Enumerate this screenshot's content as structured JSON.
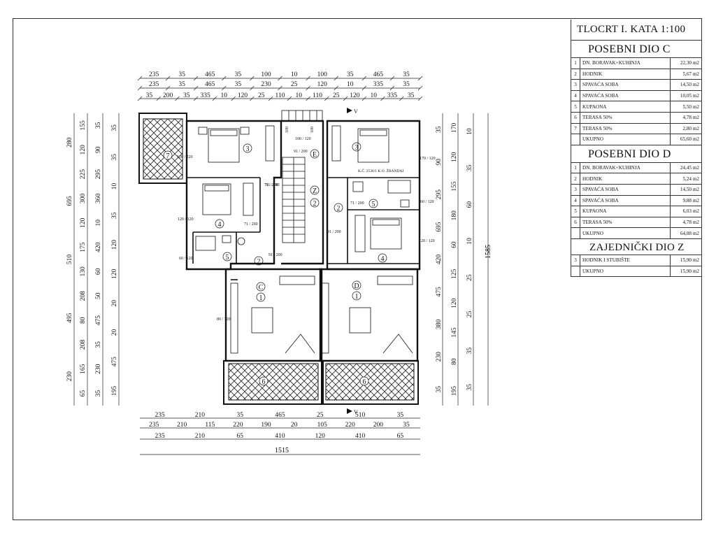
{
  "drawing": {
    "title": "TLOCRT I. KATA 1:100",
    "parcel_note": "K.Č. 2536/1 K.O. ŽBANDAJ",
    "total_width": "1515",
    "total_height": "1585",
    "top_dims": {
      "row1": [
        "235",
        "35",
        "465",
        "35",
        "100",
        "10",
        "100",
        "35",
        "465",
        "35"
      ],
      "row2": [
        "235",
        "35",
        "465",
        "35",
        "230",
        "25",
        "120",
        "10",
        "335",
        "35"
      ],
      "row3": [
        "35",
        "200",
        "35",
        "335",
        "10",
        "120",
        "25",
        "110",
        "10",
        "110",
        "25",
        "120",
        "10",
        "335",
        "35"
      ]
    },
    "bottom_dims": {
      "row1": [
        "235",
        "210",
        "35",
        "465",
        "25",
        "510",
        "35"
      ],
      "row2": [
        "235",
        "210",
        "115",
        "220",
        "190",
        "20",
        "105",
        "220",
        "200",
        "35"
      ],
      "row3": [
        "235",
        "210",
        "65",
        "410",
        "120",
        "410",
        "65"
      ]
    },
    "left_dims": {
      "outer": [
        "280",
        "695",
        "510",
        "495",
        "230"
      ],
      "mid": [
        "155",
        "120",
        "225",
        "300",
        "120",
        "175",
        "130",
        "208",
        "80",
        "208",
        "165",
        "65"
      ],
      "inner": [
        "35",
        "90",
        "295",
        "360",
        "10",
        "420",
        "60",
        "50",
        "475",
        "35",
        "230",
        "35"
      ],
      "innermost": [
        "35",
        "35",
        "10",
        "35",
        "120",
        "120",
        "20",
        "20",
        "475",
        "195"
      ]
    },
    "right_dims": {
      "outer": [
        "1585"
      ],
      "col1": [
        "35",
        "90",
        "295",
        "695",
        "420",
        "475",
        "380",
        "230",
        "35"
      ],
      "col2": [
        "170",
        "120",
        "155",
        "180",
        "60",
        "125",
        "120",
        "145",
        "80",
        "195"
      ],
      "col3": [
        "10",
        "35",
        "60",
        "10",
        "25",
        "25",
        "35",
        "35"
      ]
    },
    "rooms": {
      "c3": "3",
      "c4": "4",
      "c5": "5",
      "c2a": "2",
      "c1": "1",
      "c_unit": "C",
      "c6": "6",
      "c7": "7",
      "d3": "3",
      "d4": "4",
      "d5": "5",
      "d2": "2",
      "d1": "1",
      "d_unit": "D",
      "d6": "6",
      "z_unit": "Z",
      "z2": "2",
      "e_unit": "E"
    },
    "openings": {
      "c7_win": "120 / 220",
      "c4_win": "120 / 120",
      "c5_win": "60 / 120",
      "c_kitchen_win": "80 / 120",
      "c3_door": "71 / 200",
      "c4_door": "71 / 200",
      "c2_door": "91 / 200",
      "e_door": "91 / 200",
      "stair_door": "91 / 200",
      "z_door": "91 / 200",
      "d3_win": "170 / 120",
      "d5_win": "60 / 120",
      "d4_win": "120 / 120",
      "d5_door": "71 / 200",
      "stair_top1": "100",
      "stair_top2": "100",
      "stair_top3": "100 / 120"
    }
  },
  "legend": {
    "sections": [
      {
        "title": "POSEBNI DIO C",
        "rows": [
          {
            "n": "1",
            "name": "DN. BORAVAK+KUHINJA",
            "area": "22,30 m2"
          },
          {
            "n": "2",
            "name": "HODNIK",
            "area": "5,67 m2"
          },
          {
            "n": "3",
            "name": "SPAVAĆA SOBA",
            "area": "14,50 m2"
          },
          {
            "n": "4",
            "name": "SPAVAĆA SOBA",
            "area": "10,05 m2"
          },
          {
            "n": "5",
            "name": "KUPAONA",
            "area": "5,50 m2"
          },
          {
            "n": "6",
            "name": "TERASA 50%",
            "area": "4,78 m2"
          },
          {
            "n": "7",
            "name": "TERASA 50%",
            "area": "2,80 m2"
          },
          {
            "n": "",
            "name": "UKUPNO",
            "area": "65,60 m2"
          }
        ]
      },
      {
        "title": "POSEBNI DIO D",
        "rows": [
          {
            "n": "1",
            "name": "DN. BORAVAK+KUHINJA",
            "area": "24,45 m2"
          },
          {
            "n": "2",
            "name": "HODNIK",
            "area": "5,24 m2"
          },
          {
            "n": "3",
            "name": "SPAVAĆA SOBA",
            "area": "14,50 m2"
          },
          {
            "n": "4",
            "name": "SPAVAĆA SOBA",
            "area": "9,88 m2"
          },
          {
            "n": "5",
            "name": "KUPAONA",
            "area": "6,03 m2"
          },
          {
            "n": "6",
            "name": "TERASA 50%",
            "area": "4,78 m2"
          },
          {
            "n": "",
            "name": "UKUPNO",
            "area": "64,88 m2"
          }
        ]
      },
      {
        "title": "ZAJEDNIČKI DIO Z",
        "rows": [
          {
            "n": "3",
            "name": "HODNIK I STUBIŠTE",
            "area": "15,90 m2"
          },
          {
            "n": "",
            "name": "UKUPNO",
            "area": "15,90 m2"
          }
        ]
      }
    ]
  }
}
